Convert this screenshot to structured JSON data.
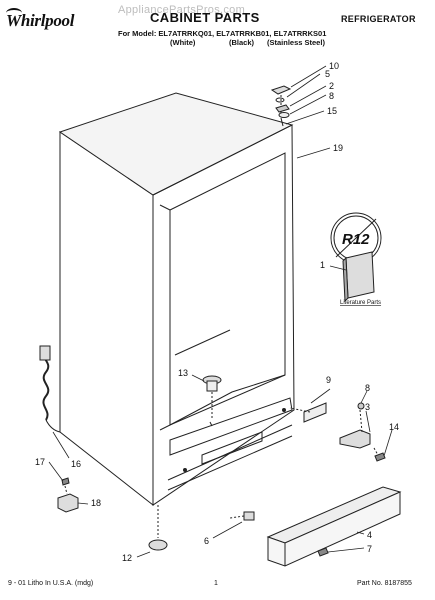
{
  "header": {
    "brand": "Whirlpool",
    "watermark": "AppliancePartsPros.com",
    "title": "CABINET PARTS",
    "section": "REFRIGERATOR",
    "models_line": "For Model: EL7ATRRKQ01, EL7ATRRKB01, EL7ATRRKS01",
    "variants": [
      "(White)",
      "(Black)",
      "(Stainless Steel)"
    ]
  },
  "diagram": {
    "badge_text": "R12",
    "literature_label": "Literature Parts",
    "callouts": [
      "10",
      "5",
      "2",
      "8",
      "15",
      "19",
      "1",
      "13",
      "9",
      "8",
      "3",
      "14",
      "17",
      "16",
      "18",
      "6",
      "12",
      "4",
      "7"
    ]
  },
  "footer": {
    "left": "9 - 01 Litho In U.S.A. (mdg)",
    "center": "1",
    "right": "Part No. 8187855"
  }
}
